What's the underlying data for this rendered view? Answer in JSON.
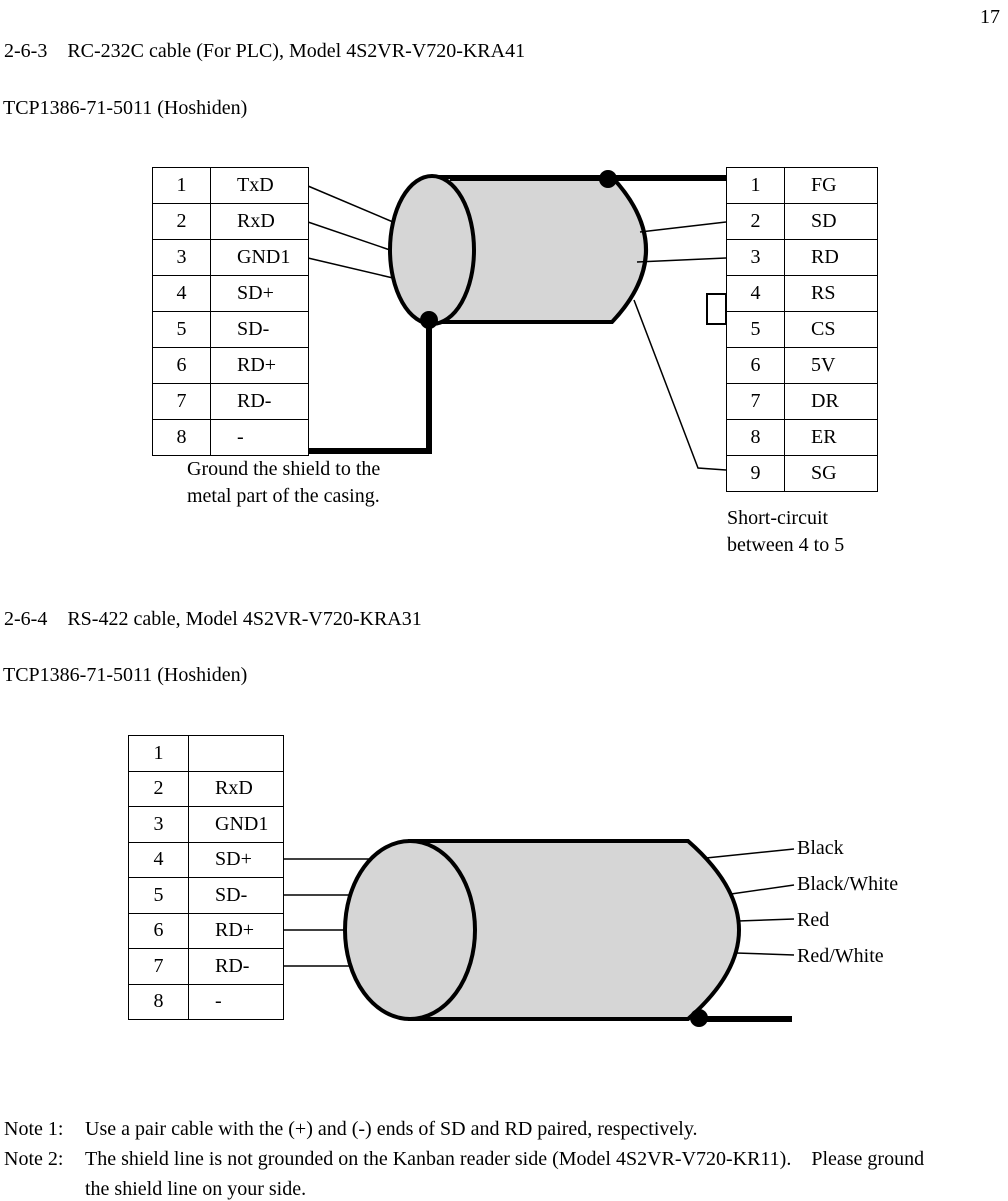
{
  "page": {
    "number": "17"
  },
  "colors": {
    "cable_fill": "#d6d6d6",
    "line": "#000000"
  },
  "section1": {
    "heading": "2-6-3    RC-232C cable (For PLC), Model 4S2VR-V720-KRA41",
    "subheading": "TCP1386-71-5011 (Hoshiden)",
    "left_table": {
      "rows": [
        {
          "pin": "1",
          "label": "TxD"
        },
        {
          "pin": "2",
          "label": "RxD"
        },
        {
          "pin": "3",
          "label": "GND1"
        },
        {
          "pin": "4",
          "label": "SD+"
        },
        {
          "pin": "5",
          "label": "SD-"
        },
        {
          "pin": "6",
          "label": "RD+"
        },
        {
          "pin": "7",
          "label": "RD-"
        },
        {
          "pin": "8",
          "label": "-"
        }
      ]
    },
    "right_table": {
      "rows": [
        {
          "pin": "1",
          "label": "FG"
        },
        {
          "pin": "2",
          "label": "SD"
        },
        {
          "pin": "3",
          "label": "RD"
        },
        {
          "pin": "4",
          "label": "RS"
        },
        {
          "pin": "5",
          "label": "CS"
        },
        {
          "pin": "6",
          "label": "5V"
        },
        {
          "pin": "7",
          "label": "DR"
        },
        {
          "pin": "8",
          "label": "ER"
        },
        {
          "pin": "9",
          "label": "SG"
        }
      ]
    },
    "ground_note": "Ground the shield to the\nmetal part of the casing.",
    "short_circuit_note": "Short-circuit\nbetween 4 to 5"
  },
  "section2": {
    "heading": "2-6-4    RS-422 cable, Model 4S2VR-V720-KRA31",
    "subheading": "TCP1386-71-5011 (Hoshiden)",
    "left_table": {
      "rows": [
        {
          "pin": "1",
          "label": ""
        },
        {
          "pin": "2",
          "label": "RxD"
        },
        {
          "pin": "3",
          "label": "GND1"
        },
        {
          "pin": "4",
          "label": "SD+"
        },
        {
          "pin": "5",
          "label": "SD-"
        },
        {
          "pin": "6",
          "label": "RD+"
        },
        {
          "pin": "7",
          "label": "RD-"
        },
        {
          "pin": "8",
          "label": "-"
        }
      ]
    },
    "wire_labels": [
      "Black",
      "Black/White",
      "Red",
      "Red/White"
    ]
  },
  "notes": [
    {
      "label": "Note 1:",
      "text": "Use a pair cable with the (+) and (-) ends of SD and RD paired, respectively."
    },
    {
      "label": "Note 2:",
      "text": "The shield line is not grounded on the Kanban reader side (Model 4S2VR-V720-KR11).    Please ground\nthe shield line on your side."
    }
  ]
}
